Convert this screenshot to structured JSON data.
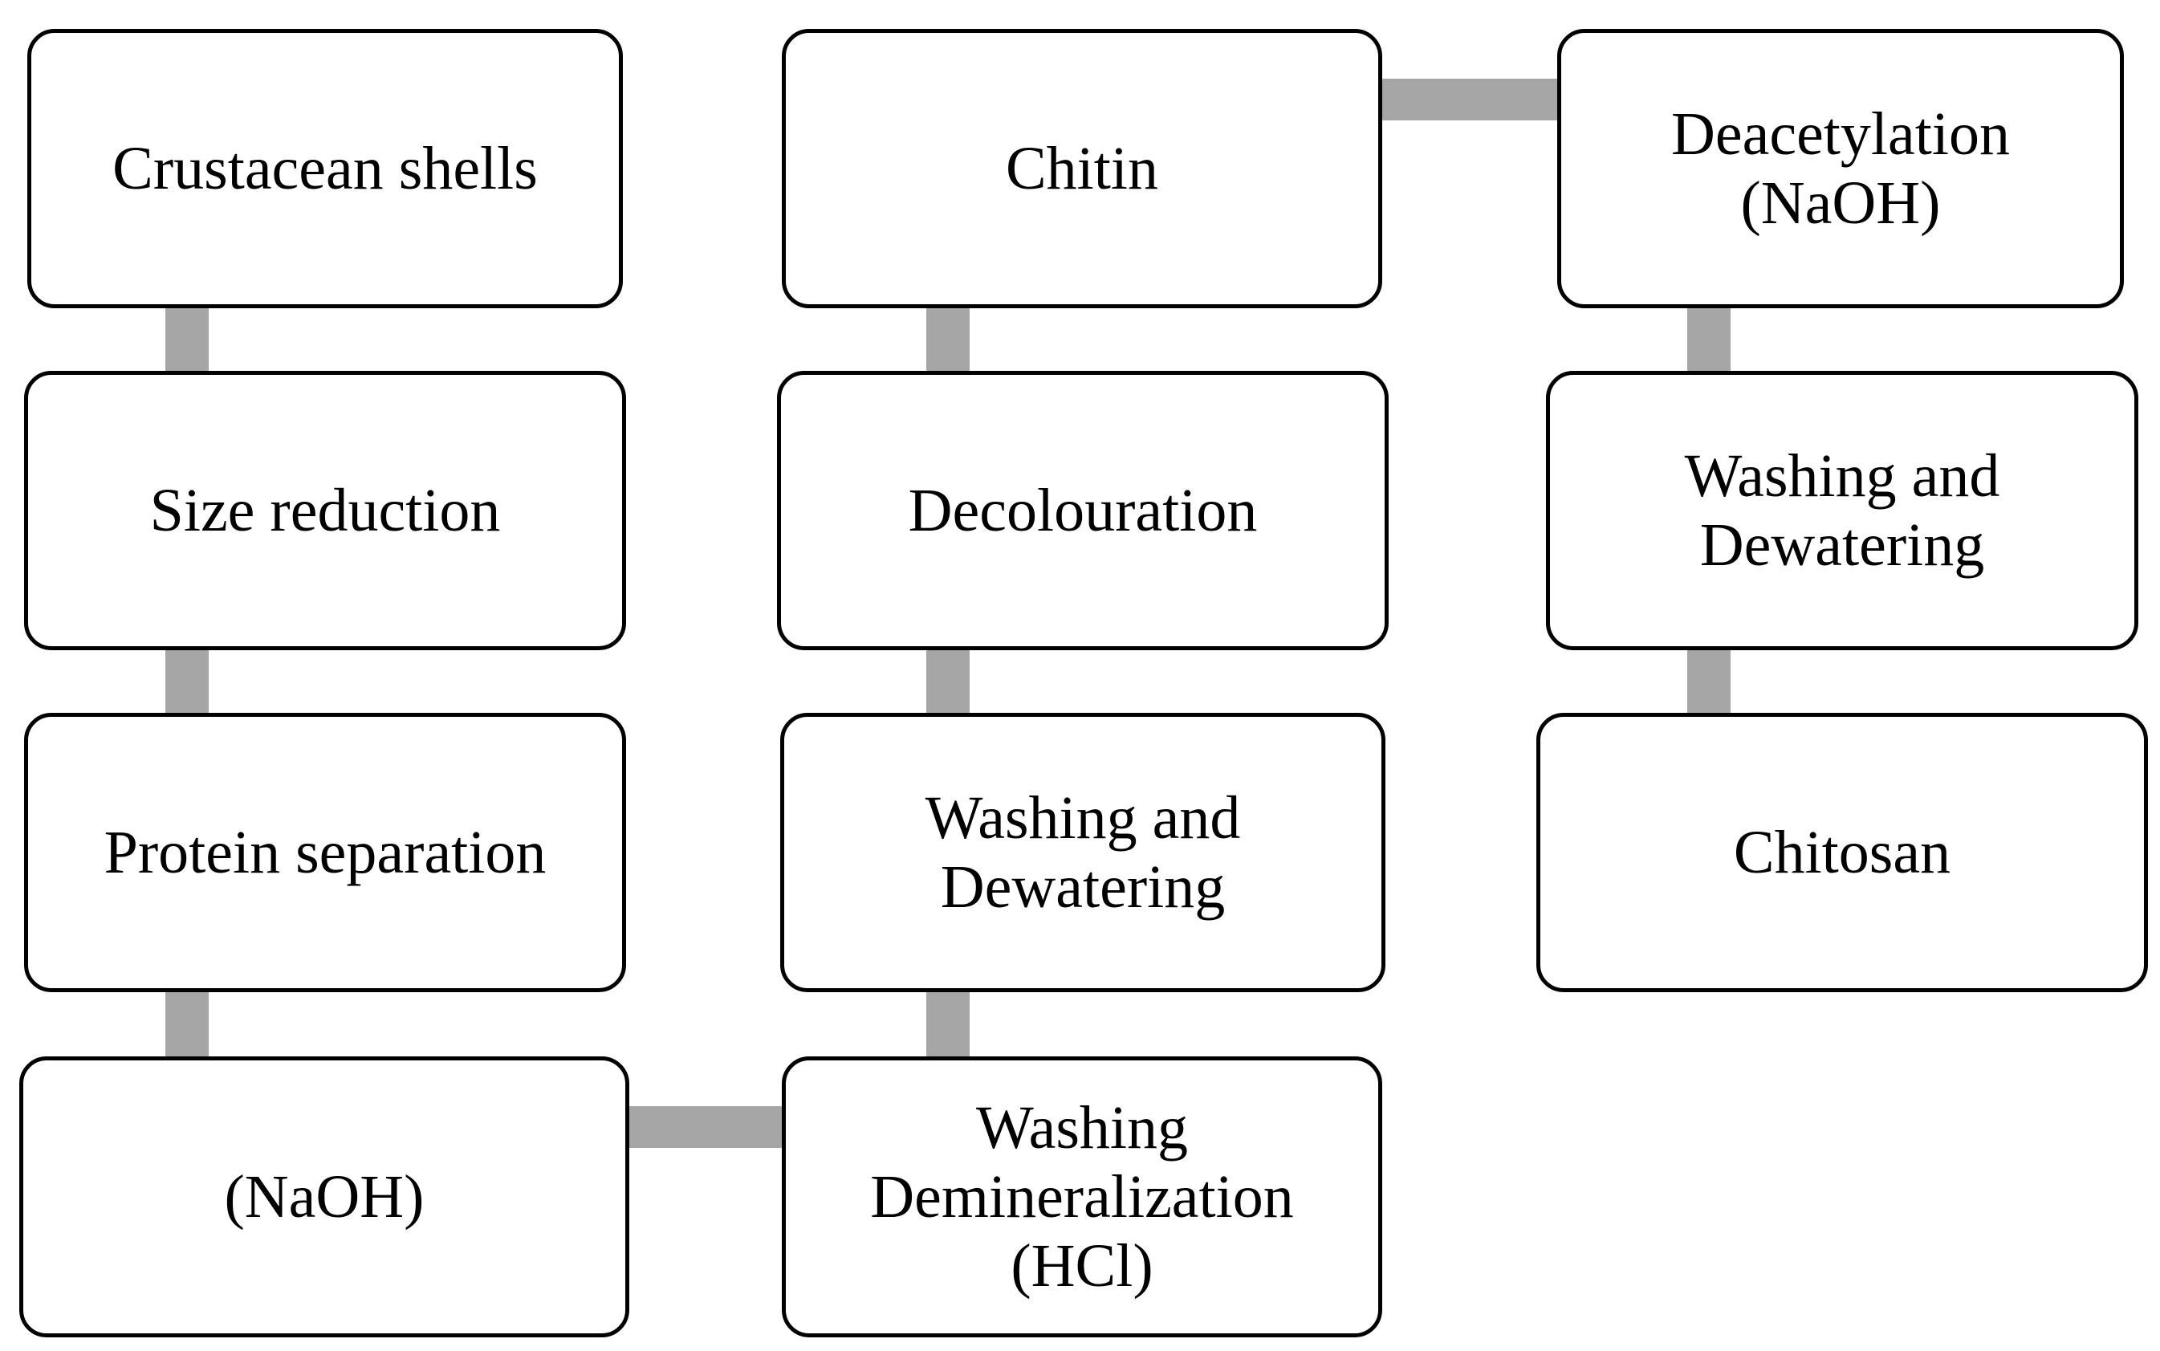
{
  "diagram": {
    "steps": [
      {
        "label": "Crustacean shells"
      },
      {
        "label": "Size reduction"
      },
      {
        "label": "Protein separation"
      },
      {
        "label": "(NaOH)"
      },
      {
        "label": "Washing\nDemineralization\n(HCl)"
      },
      {
        "label": "Washing and\nDewatering"
      },
      {
        "label": "Decolouration"
      },
      {
        "label": "Chitin"
      },
      {
        "label": "Deacetylation\n(NaOH)"
      },
      {
        "label": "Washing and\nDewatering"
      },
      {
        "label": "Chitosan"
      }
    ]
  }
}
